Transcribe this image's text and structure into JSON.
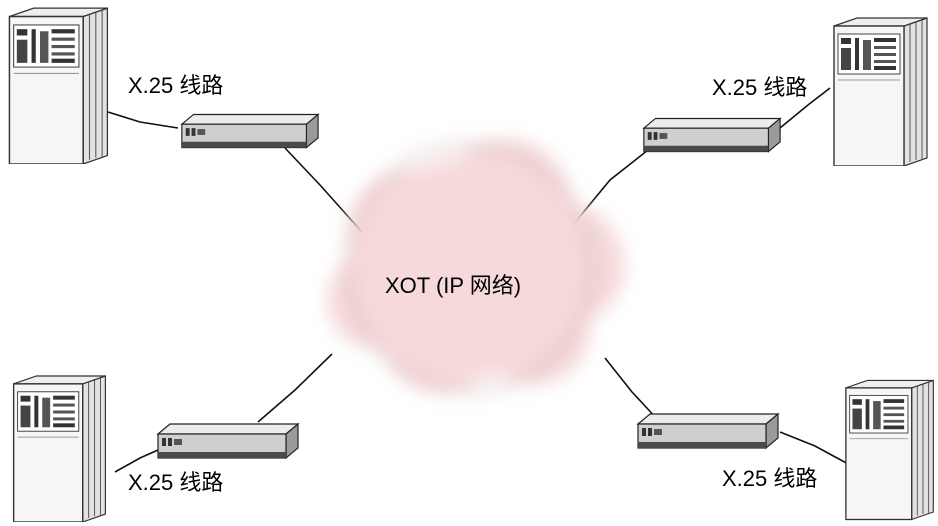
{
  "cloud": {
    "label": "XOT (IP 网络)"
  },
  "links": {
    "top_left": "X.25 线路",
    "top_right": "X.25 线路",
    "bottom_left": "X.25 线路",
    "bottom_right": "X.25 线路"
  },
  "colors": {
    "cloud_fill": "#f6d9da",
    "cloud_edge": "#c9a9aa",
    "line": "#111111",
    "server_fill": "#f4f4f4",
    "router_fill": "#d9d9d9"
  }
}
